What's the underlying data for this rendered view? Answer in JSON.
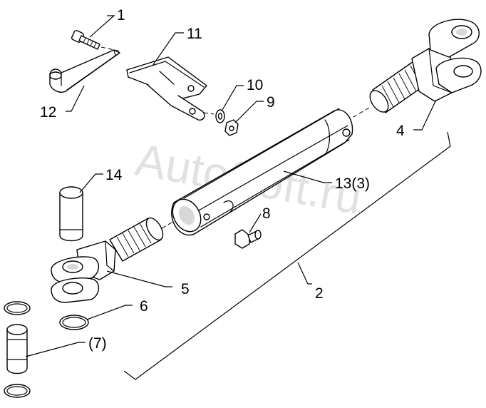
{
  "watermark": "AutoSoft.ru",
  "callouts": [
    {
      "id": "c1",
      "text": "1"
    },
    {
      "id": "c11",
      "text": "11"
    },
    {
      "id": "c10",
      "text": "10"
    },
    {
      "id": "c9",
      "text": "9"
    },
    {
      "id": "c12",
      "text": "12"
    },
    {
      "id": "c4",
      "text": "4"
    },
    {
      "id": "c14",
      "text": "14"
    },
    {
      "id": "c13",
      "text": "13(3)"
    },
    {
      "id": "c8",
      "text": "8"
    },
    {
      "id": "c5",
      "text": "5"
    },
    {
      "id": "c2",
      "text": "2"
    },
    {
      "id": "c6",
      "text": "6"
    },
    {
      "id": "c7",
      "text": "(7)"
    }
  ]
}
